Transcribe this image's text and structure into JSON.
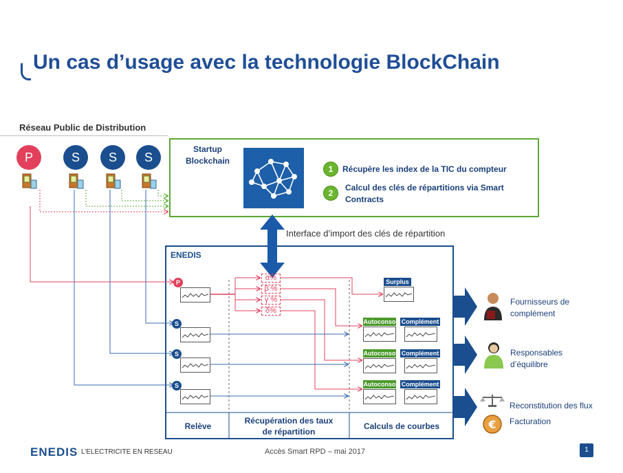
{
  "title": "Un cas d’usage avec la technologie BlockChain",
  "rpd": {
    "label": "Réseau Public de Distribution",
    "producer": "P",
    "consumers": [
      "S",
      "S",
      "S"
    ]
  },
  "startup": {
    "label": "Startup Blockchain",
    "icon": "blockchain-network-icon",
    "steps": [
      {
        "num": "1",
        "text": "Récupère les index de la TIC du compteur"
      },
      {
        "num": "2",
        "text": "Calcul des clés de répartitions via Smart Contracts"
      }
    ]
  },
  "interface_label": "Interface d’import des clés de répartition",
  "enedis": {
    "label": "ENEDIS",
    "producer": "P",
    "consumer": "S",
    "percentages": [
      "α%",
      "β %",
      "γ %",
      "δ%"
    ],
    "surplus": "Surplus",
    "autoconso": "Autoconso",
    "complement": "Complément",
    "columns": [
      "Relève",
      "Récupération des taux de répartition",
      "Calculs de courbes"
    ]
  },
  "actors": [
    {
      "icon": "supplier-person-icon",
      "text": "Fournisseurs de complément"
    },
    {
      "icon": "balance-person-icon",
      "text": "Responsables d’équilibre"
    },
    {
      "icon": "scales-icon",
      "text": "Reconstitution des flux"
    },
    {
      "icon": "euro-icon",
      "text": "Facturation"
    }
  ],
  "footer": {
    "logo": "ENEDIS",
    "tagline": "L’ELECTRICITE EN RESEAU",
    "center": "Accès Smart RPD – mai 2017",
    "page": "1"
  },
  "colors": {
    "primary": "#1a4e8e",
    "producer": "#e2405c",
    "green": "#5aa832"
  }
}
